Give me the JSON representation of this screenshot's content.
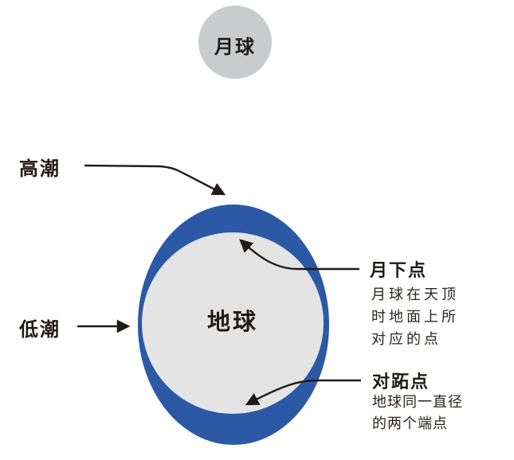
{
  "colors": {
    "tide_blue": "#2B59A6",
    "earth_gray": "#E4E4E5",
    "moon_gray": "#C9CBCC",
    "ink": "#1F1B18"
  },
  "moon": {
    "label": "月球"
  },
  "earth": {
    "label": "地球"
  },
  "annotations": {
    "high_tide": {
      "label": "高潮"
    },
    "low_tide": {
      "label": "低潮"
    },
    "sublunar_point": {
      "title": "月下点",
      "desc_lines": [
        "月球在天顶",
        "时地面上所",
        "对应的点"
      ]
    },
    "antipodal_point": {
      "title": "对跖点",
      "desc_lines": [
        "地球同一直径",
        "的两个端点"
      ]
    }
  }
}
